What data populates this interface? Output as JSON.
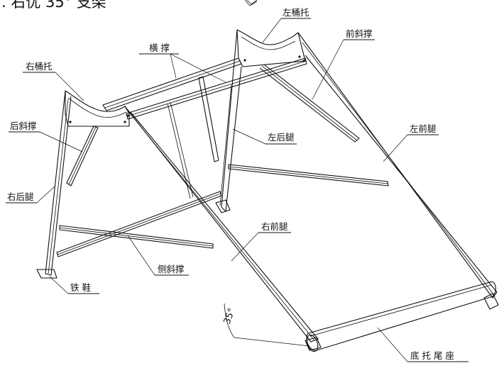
{
  "heading": {
    "text": ". 右优 35° 支架"
  },
  "angle": {
    "text": "35°"
  },
  "labels": {
    "left_bucket_support": "左桶托",
    "crossbar": "横 撑",
    "front_diagonal_brace": "前斜撑",
    "right_bucket_support": "右桶托",
    "rear_diagonal_brace": "后斜撑",
    "left_rear_leg": "左后腿",
    "left_front_leg": "左前腿",
    "right_rear_leg": "右后腿",
    "right_front_leg": "右前腿",
    "side_diagonal_brace": "侧斜撑",
    "iron_shoe": "铁 鞋",
    "base_tail_seat": "底 托 尾 座"
  }
}
